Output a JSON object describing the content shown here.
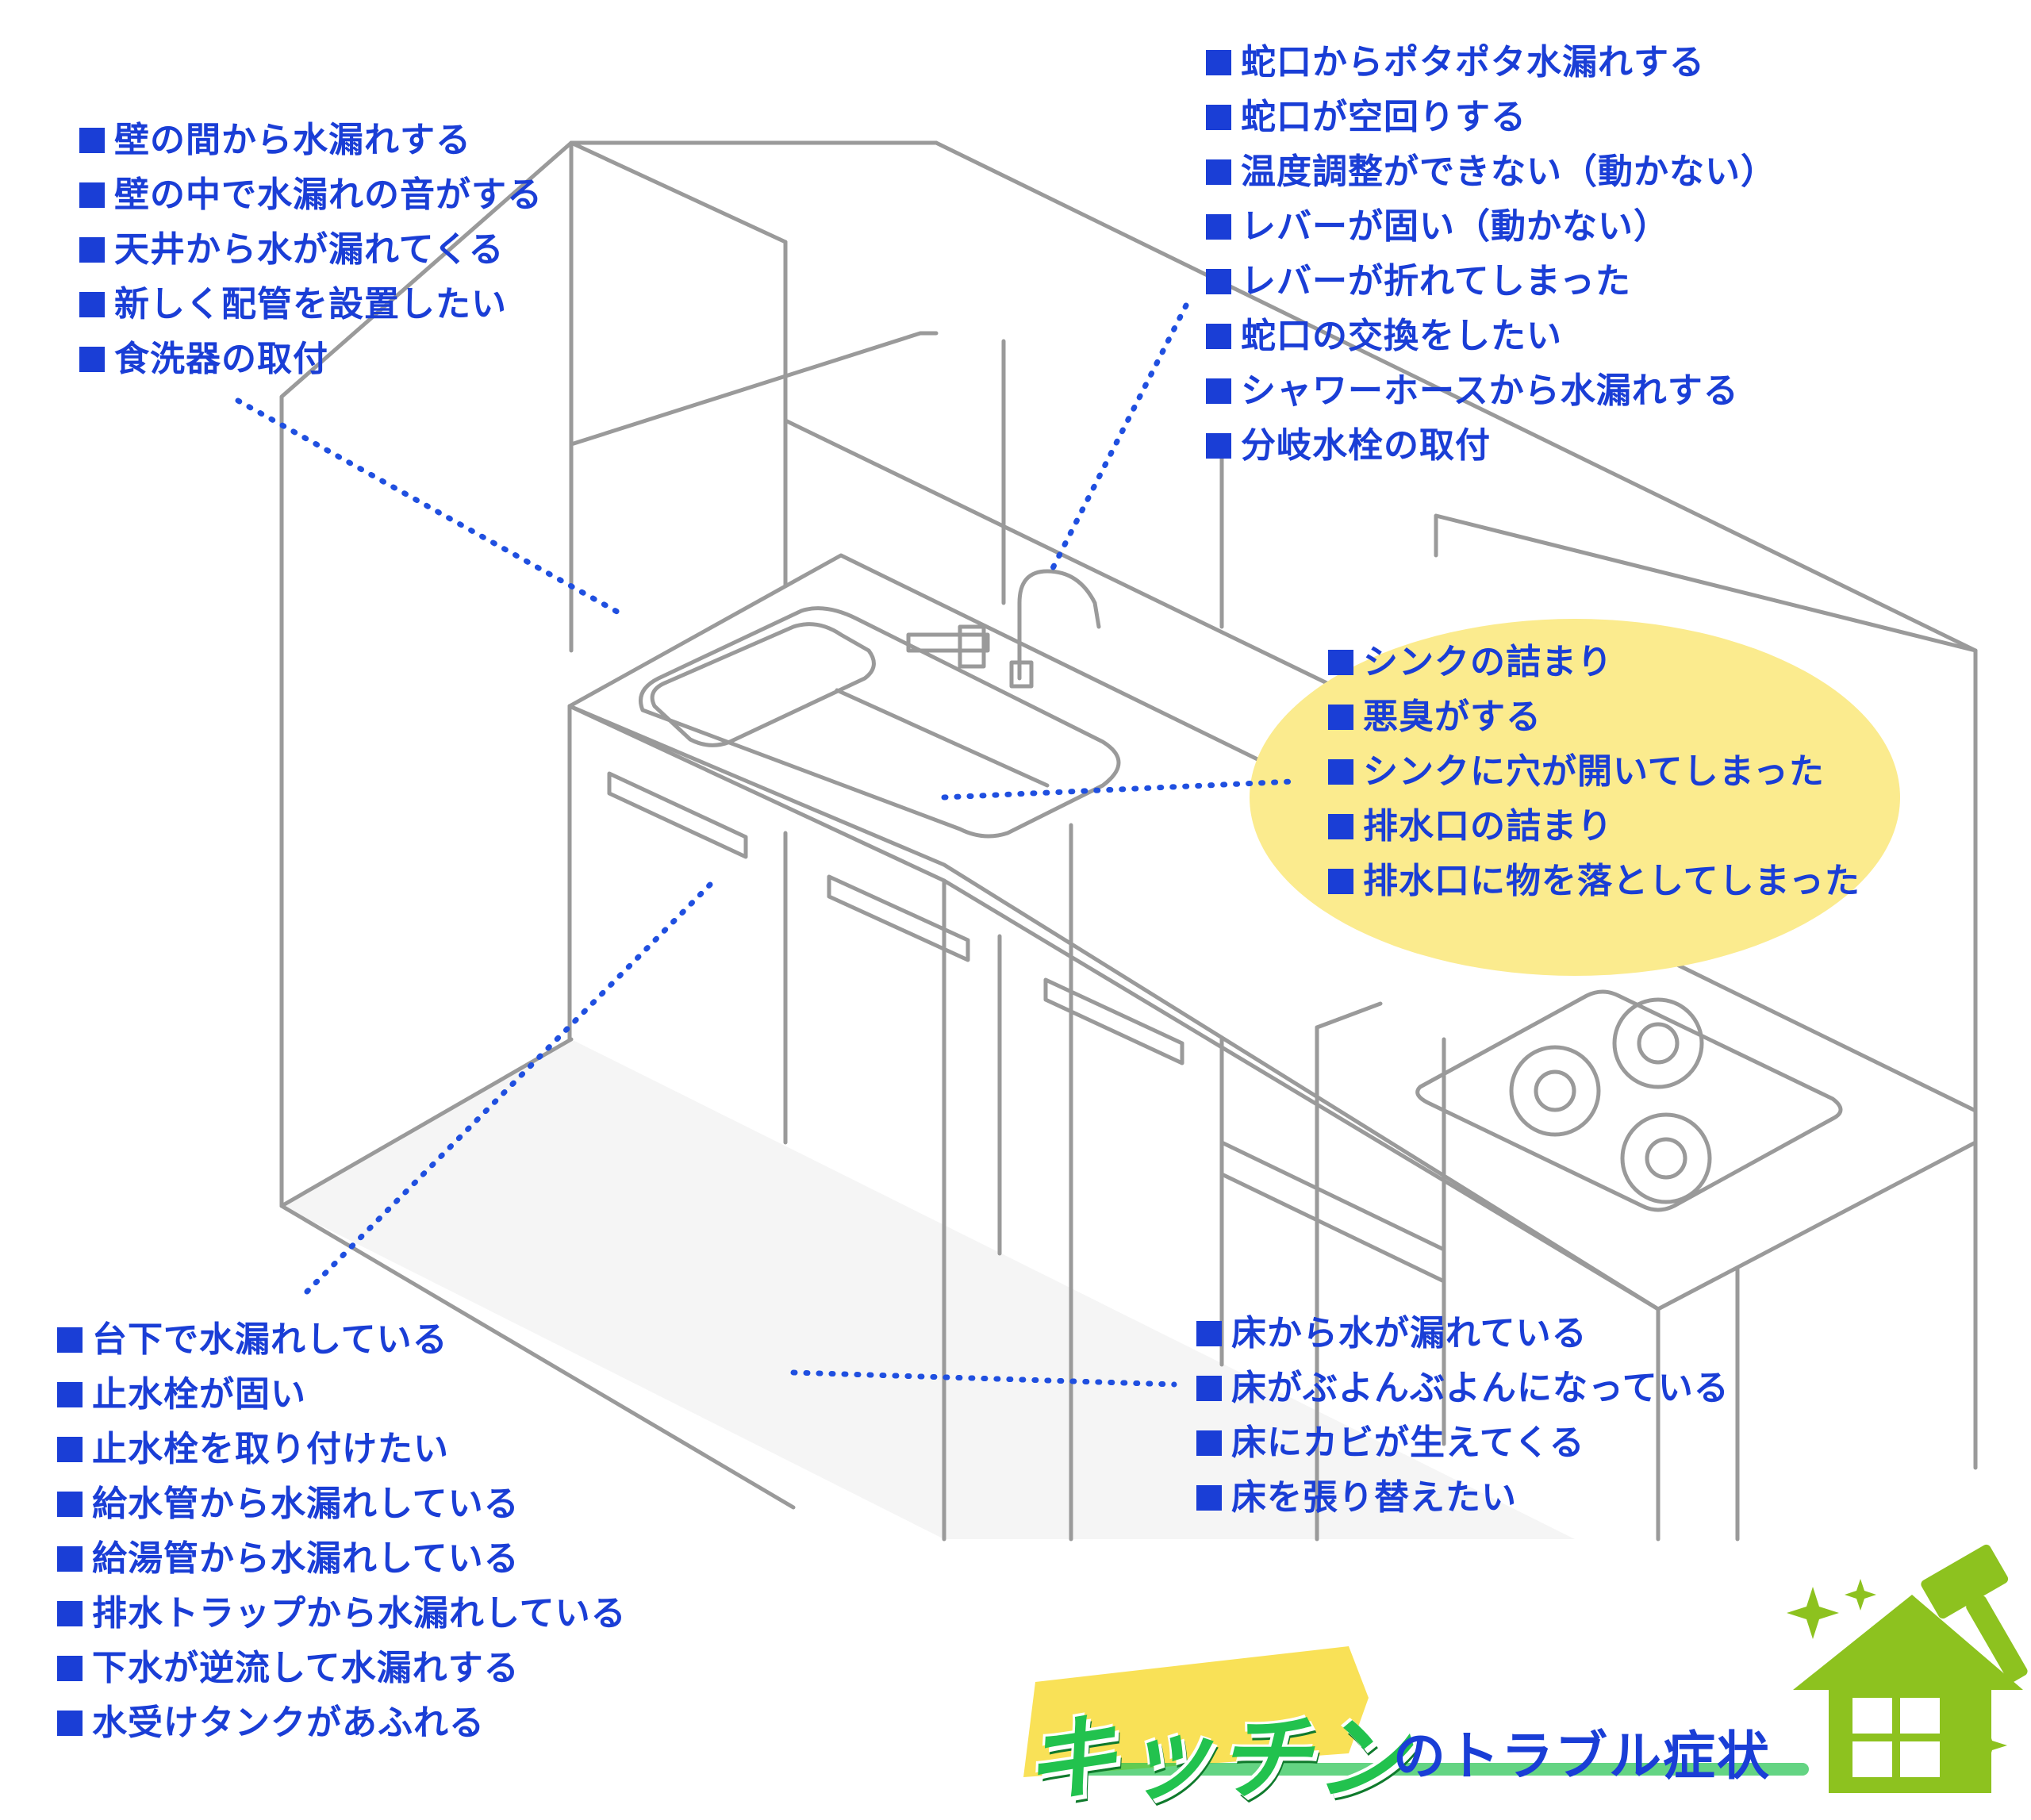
{
  "colors": {
    "text": "#1a3ed6",
    "line": "#9a9a9a",
    "dotted": "#1f4fe0",
    "highlight_ellipse": "#fbeb8e",
    "title_green": "#22c24e",
    "title_stroke_yellow": "#f8dc3a",
    "house_green": "#8dc21f"
  },
  "groups": {
    "wall": [
      "壁の間から水漏れする",
      "壁の中で水漏れの音がする",
      "天井から水が漏れてくる",
      "新しく配管を設置したい",
      "食洗器の取付"
    ],
    "faucet": [
      "蛇口からポタポタ水漏れする",
      "蛇口が空回りする",
      "温度調整ができない（動かない）",
      "レバーが固い（動かない）",
      "レバーが折れてしまった",
      "蛇口の交換をしたい",
      "シャワーホースから水漏れする",
      "分岐水栓の取付"
    ],
    "sink": [
      "シンクの詰まり",
      "悪臭がする",
      "シンクに穴が開いてしまった",
      "排水口の詰まり",
      "排水口に物を落としてしまった"
    ],
    "under": [
      "台下で水漏れしている",
      "止水栓が固い",
      "止水栓を取り付けたい",
      "給水管から水漏れしている",
      "給湯管から水漏れしている",
      "排水トラップから水漏れしている",
      "下水が逆流して水漏れする",
      "水受けタンクがあふれる"
    ],
    "floor": [
      "床から水が漏れている",
      "床がぶよんぶよんになっている",
      "床にカビが生えてくる",
      "床を張り替えたい"
    ]
  },
  "title": {
    "main": "キッチン",
    "sub": "のトラブル症状"
  },
  "icons": [
    "house-icon",
    "hammer-icon",
    "sparkle-icon"
  ]
}
